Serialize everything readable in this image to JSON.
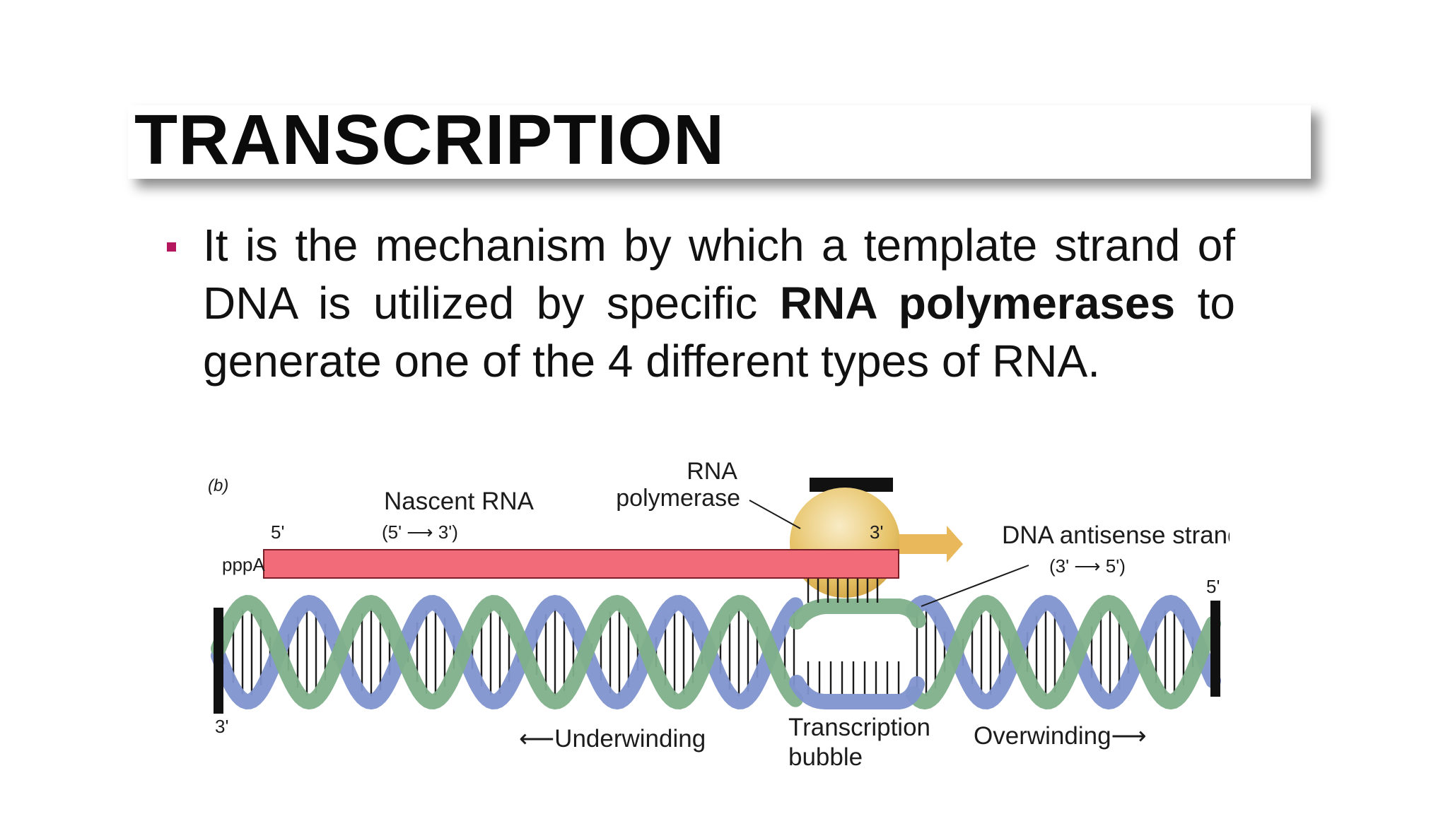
{
  "slide": {
    "title": "TRANSCRIPTION",
    "bullet": {
      "part1": "It is the mechanism by which a template strand of DNA is utilized by specific ",
      "bold": "RNA polymerases",
      "part2": " to generate one of the 4 different types of RNA."
    },
    "colors": {
      "accent": "#b5175e",
      "rna_strand": "#f26b78",
      "polymerase": "#e8c46a",
      "dna_blue": "#7f93cf",
      "dna_green": "#7fb08a"
    }
  },
  "diagram": {
    "panel_label": "(b)",
    "rna_polymerase_label_1": "RNA",
    "rna_polymerase_label_2": "polymerase",
    "nascent_rna_label": "Nascent RNA",
    "nascent_rna_direction": "(5' ⟶ 3')",
    "five_prime_rna": "5'",
    "ppp_label": "pppA",
    "three_prime_rna": "3'",
    "antisense_label": "DNA antisense strand",
    "antisense_direction": "(3' ⟶ 5')",
    "five_prime_dna_right": "5'",
    "three_prime_dna_left": "3'",
    "underwinding_label": "⟵Underwinding",
    "transcription_bubble_1": "Transcription",
    "transcription_bubble_2": "bubble",
    "overwinding_label": "Overwinding⟶"
  }
}
